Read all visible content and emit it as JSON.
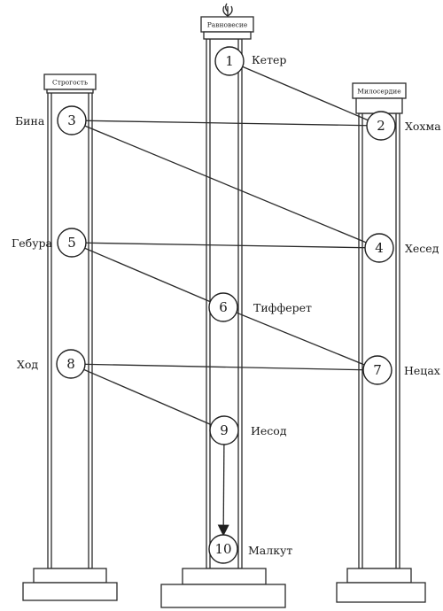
{
  "pillars": {
    "left": {
      "title": "Строгость"
    },
    "middle": {
      "title": "Равновесие"
    },
    "right": {
      "title": "Милосердие"
    }
  },
  "sefirot": [
    {
      "number": "1",
      "name": "Кетер"
    },
    {
      "number": "2",
      "name": "Хохма"
    },
    {
      "number": "3",
      "name": "Бина"
    },
    {
      "number": "4",
      "name": "Хесед"
    },
    {
      "number": "5",
      "name": "Гебура"
    },
    {
      "number": "6",
      "name": "Тифферет"
    },
    {
      "number": "7",
      "name": "Нецах"
    },
    {
      "number": "8",
      "name": "Ход"
    },
    {
      "number": "9",
      "name": "Иесод"
    },
    {
      "number": "10",
      "name": "Малкут"
    }
  ],
  "paths": [
    [
      "1",
      "2"
    ],
    [
      "3",
      "2"
    ],
    [
      "3",
      "4"
    ],
    [
      "5",
      "4"
    ],
    [
      "5",
      "6"
    ],
    [
      "6",
      "7"
    ],
    [
      "8",
      "7"
    ],
    [
      "8",
      "9"
    ],
    [
      "9",
      "10"
    ]
  ],
  "arrow_path": [
    "9",
    "10"
  ],
  "colors": {
    "ink": "#1f1f1f",
    "background": "#ffffff"
  }
}
